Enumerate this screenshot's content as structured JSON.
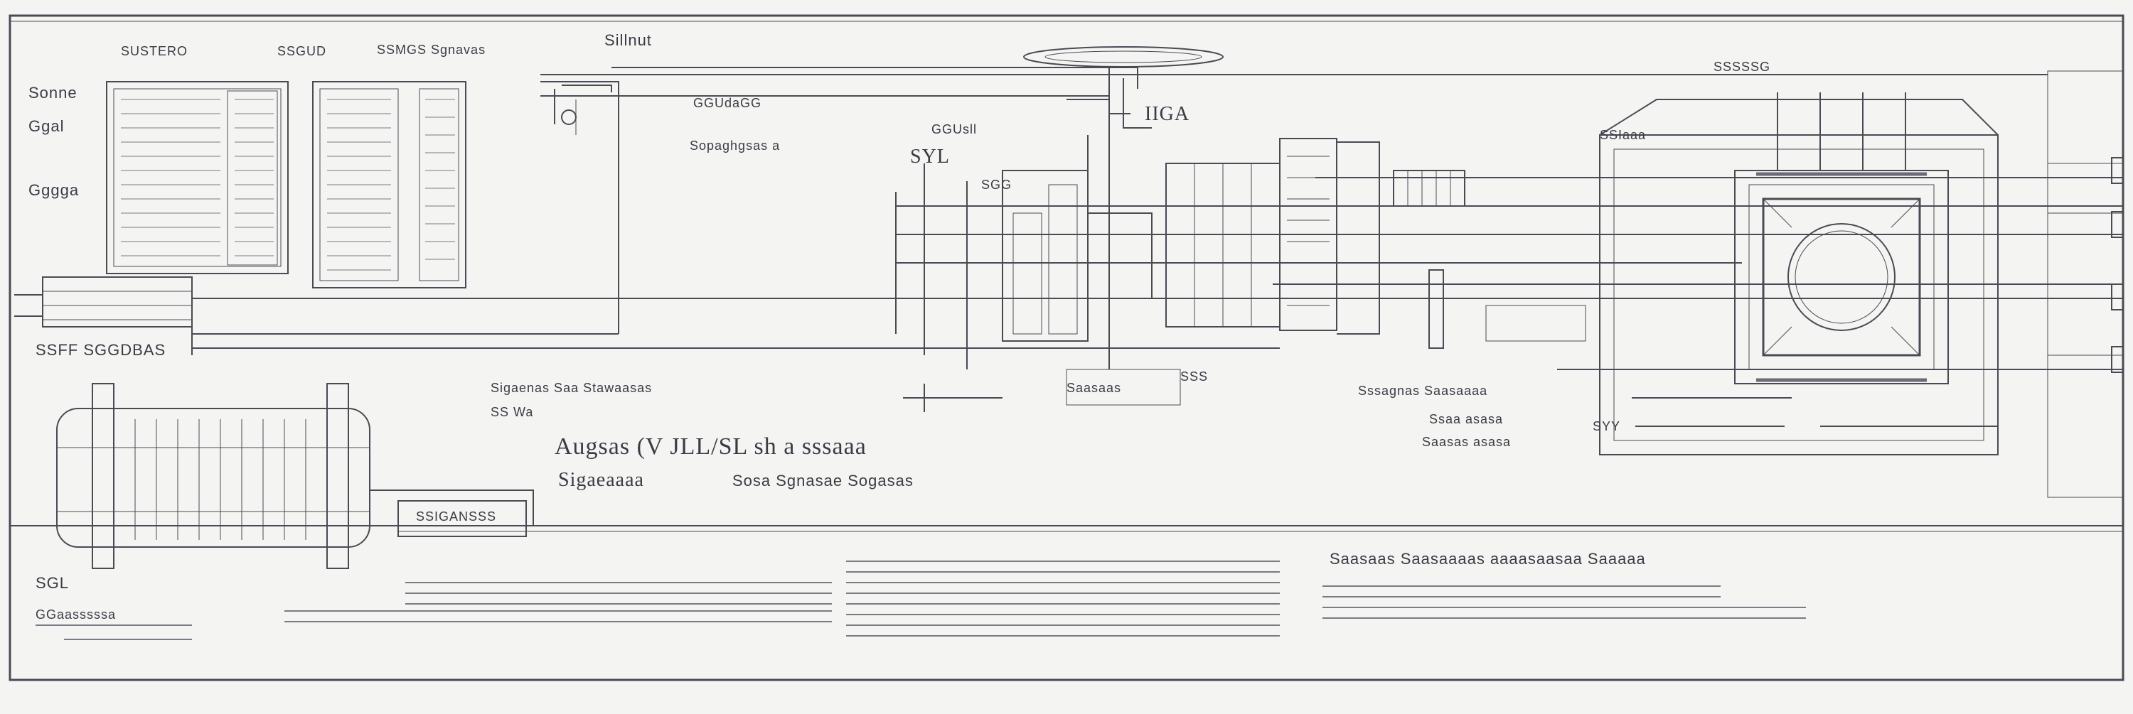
{
  "sheet": {
    "stroke": "#4a4a55",
    "paper": "#f4f4f2",
    "accent": "#6b6b78"
  },
  "labels": {
    "top_left_a": "SUSTERO",
    "top_left_b": "SSGUD",
    "top_left_c": "SSMGS Sgnavas",
    "top_center": "Sillnut",
    "top_mid_a": "GGUdaGG",
    "top_mid_b": "Sopaghgsas a",
    "node_a": "IIGA",
    "node_b": "GGUsll",
    "node_c": "SYL",
    "right_top": "SSSSSG",
    "left_side_a": "Sonne",
    "left_side_b": "Ggal",
    "left_side_c": "Gggga",
    "left_bottom": "SSFF SGGDBAS",
    "mid_caption_a": "Sigaenas Saa Stawaasas",
    "mid_caption_b": "SS  Wa",
    "formula": "Augsas (V JLL/SL sh a sssaaa",
    "formula_sub": "Sigaeaaaa",
    "formula_sub2": "Sosa Sgnasae Sogasas",
    "box_tag": "SSIGANSSS",
    "right_caption_a": "Sssagnas Saasaaaa",
    "right_caption_b": "Ssaa asasa",
    "right_caption_c": "Saasas asasa",
    "bottom_heading": "Saasaas Saasaaaas aaaasaasaa Saaaaa",
    "bottom_left_a": "SGL",
    "bottom_left_b": "GGaasssssa",
    "small_a": "SGG",
    "small_b": "SSS",
    "small_c": "SYY",
    "small_d": "SSIaaa",
    "small_e": "Saasaas"
  }
}
